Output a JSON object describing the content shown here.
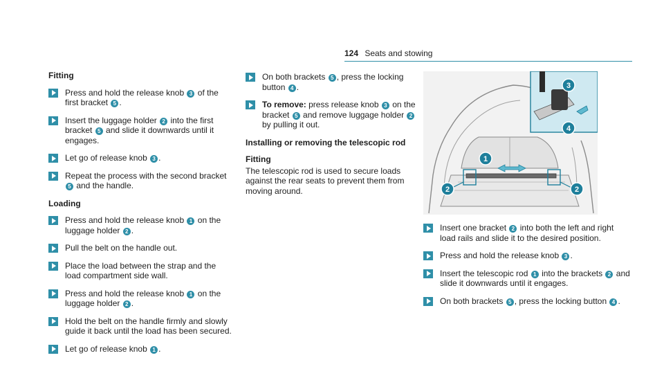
{
  "header": {
    "page_number": "124",
    "title": "Seats and stowing"
  },
  "col1": {
    "heading_fitting": "Fitting",
    "fitting_steps": [
      {
        "t1": "Press and hold the release knob ",
        "b1": "3",
        "t2": " of the first bracket ",
        "b2": "5",
        "t3": "."
      },
      {
        "t1": "Insert the luggage holder ",
        "b1": "2",
        "t2": " into the first bracket ",
        "b2": "5",
        "t3": " and slide it downwards until it engages."
      },
      {
        "t1": "Let go of release knob ",
        "b1": "3",
        "t2": "."
      },
      {
        "t1": "Repeat the process with the second bracket ",
        "b1": "5",
        "t2": " and the handle."
      }
    ],
    "heading_loading": "Loading",
    "loading_steps": [
      {
        "t1": "Press and hold the release knob ",
        "b1": "1",
        "t2": " on the luggage holder ",
        "b2": "2",
        "t3": "."
      },
      {
        "t1": "Pull the belt on the handle out."
      },
      {
        "t1": "Place the load between the strap and the load compartment side wall."
      },
      {
        "t1": "Press and hold the release knob ",
        "b1": "1",
        "t2": " on the luggage holder ",
        "b2": "2",
        "t3": "."
      },
      {
        "t1": "Hold the belt on the handle firmly and slowly guide it back until the load has been secured."
      },
      {
        "t1": "Let go of release knob ",
        "b1": "1",
        "t2": "."
      }
    ]
  },
  "col2": {
    "step1": {
      "t1": "On both brackets ",
      "b1": "5",
      "t2": ", press the locking button ",
      "b2": "4",
      "t3": "."
    },
    "step2": {
      "strong": "To remove:",
      "t1": " press release knob ",
      "b1": "3",
      "t2": " on the bracket ",
      "b2": "5",
      "t3": " and remove luggage holder ",
      "b3": "2",
      "t4": " by pulling it out."
    },
    "heading_installing": "Installing or removing the telescopic rod",
    "heading_fitting": "Fitting",
    "description": "The telescopic rod is used to secure loads against the rear seats to prevent them from moving around."
  },
  "col3": {
    "steps": [
      {
        "t1": "Insert one bracket ",
        "b1": "2",
        "t2": " into both the left and right load rails and slide it to the desired position."
      },
      {
        "t1": "Press and hold the release knob ",
        "b1": "3",
        "t2": "."
      },
      {
        "t1": "Insert the telescopic rod ",
        "b1": "1",
        "t2": " into the brackets ",
        "b2": "2",
        "t3": " and slide it downwards until it engages."
      },
      {
        "t1": "On both brackets ",
        "b1": "5",
        "t2": ", press the locking button ",
        "b2": "4",
        "t3": "."
      }
    ]
  },
  "figure": {
    "callouts": [
      "1",
      "2",
      "2",
      "3",
      "4"
    ],
    "colors": {
      "accent": "#2f8fa8",
      "callout": "#1e7f9b",
      "highlight": "#5fb9cf"
    }
  }
}
